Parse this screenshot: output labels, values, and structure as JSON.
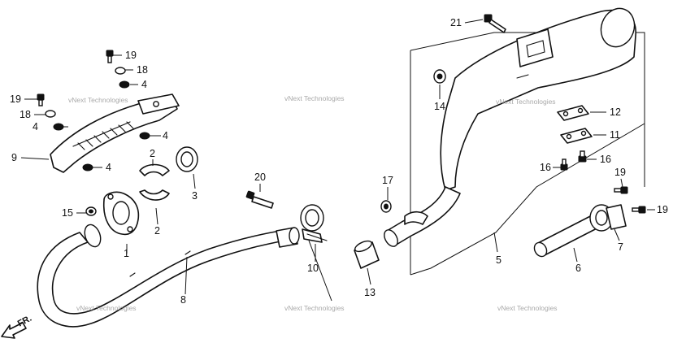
{
  "diagram": {
    "callouts": [
      "1",
      "2",
      "2",
      "3",
      "4",
      "4",
      "4",
      "4",
      "5",
      "6",
      "7",
      "8",
      "9",
      "10",
      "11",
      "12",
      "13",
      "14",
      "15",
      "16",
      "16",
      "17",
      "18",
      "18",
      "19",
      "19",
      "19",
      "19",
      "20",
      "21"
    ],
    "direction_label": "FR.",
    "watermark": "vNext Technologies"
  }
}
